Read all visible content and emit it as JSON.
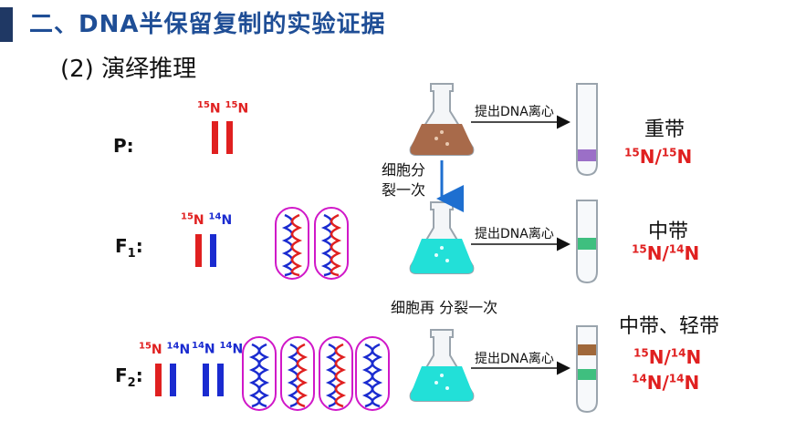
{
  "header": {
    "title": "二、DNA半保留复制的实验证据",
    "subtitle": "(2) 演绎推理"
  },
  "generations": {
    "p": {
      "label": "P:",
      "isotope_a": "15",
      "isotope_a_el": "N",
      "isotope_b": "15",
      "isotope_b_el": "N"
    },
    "f1": {
      "label_main": "F",
      "label_sub": "1",
      "label_colon": ":",
      "isotope_a": "15",
      "isotope_a_el": "N",
      "isotope_b": "14",
      "isotope_b_el": "N"
    },
    "f2": {
      "label_main": "F",
      "label_sub": "2",
      "label_colon": ":",
      "pair1_a": "15",
      "pair1_a_el": "N",
      "pair1_b": "14",
      "pair1_b_el": "N",
      "pair2_a": "14",
      "pair2_a_el": "N",
      "pair2_b": "14",
      "pair2_b_el": "N"
    }
  },
  "process": {
    "centrifuge_label": "提出DNA离心",
    "divide_label_line1": "细胞分",
    "divide_label_line2": "裂一次",
    "divide_again_label": "细胞再 分裂一次"
  },
  "results": {
    "heavy": {
      "band": "重带",
      "r1": "15",
      "r1_el": "N/",
      "r2": "15",
      "r2_el": "N"
    },
    "middle": {
      "band": "中带",
      "r1": "15",
      "r1_el": "N/",
      "r2": "14",
      "r2_el": "N"
    },
    "mixed": {
      "band": "中带、轻带",
      "l1_r1": "15",
      "l1_r1_el": "N/",
      "l1_r2": "14",
      "l1_r2_el": "N",
      "l2_r1": "14",
      "l2_r1_el": "N/",
      "l2_r2": "14",
      "l2_r2_el": "N"
    }
  },
  "colors": {
    "heavy_strand": "#e02020",
    "light_strand": "#1a2bd0",
    "cell_outline": "#d018c8",
    "heavy_band": "#9b6fc7",
    "middle_band": "#3fbf7f",
    "light_band": "#a0683a",
    "flask_brown": "#a86a4a",
    "flask_cyan": "#22e0d8",
    "arrow_blue": "#1e6fd0"
  }
}
